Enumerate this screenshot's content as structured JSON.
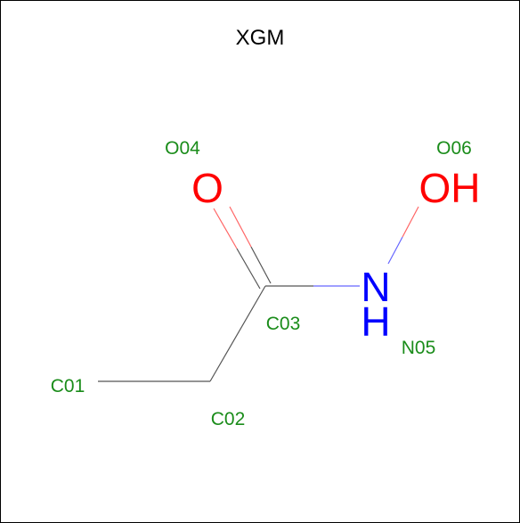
{
  "title": "XGM",
  "colors": {
    "carbon_label": "#1a8c1a",
    "oxygen": "#ff0000",
    "nitrogen": "#0000ff",
    "bond": "#555555"
  },
  "atoms": [
    {
      "id": "C01",
      "name": "C01",
      "element": "C"
    },
    {
      "id": "C02",
      "name": "C02",
      "element": "C"
    },
    {
      "id": "C03",
      "name": "C03",
      "element": "C"
    },
    {
      "id": "O04",
      "name": "O04",
      "element": "O",
      "symbol": "O"
    },
    {
      "id": "N05",
      "name": "N05",
      "element": "N",
      "symbol": "N",
      "h_symbol": "H"
    },
    {
      "id": "O06",
      "name": "O06",
      "element": "O",
      "symbol": "OH"
    }
  ],
  "bonds": [
    {
      "from": "C01",
      "to": "C02",
      "order": 1
    },
    {
      "from": "C02",
      "to": "C03",
      "order": 1
    },
    {
      "from": "C03",
      "to": "O04",
      "order": 2
    },
    {
      "from": "C03",
      "to": "N05",
      "order": 1
    },
    {
      "from": "N05",
      "to": "O06",
      "order": 1
    }
  ]
}
